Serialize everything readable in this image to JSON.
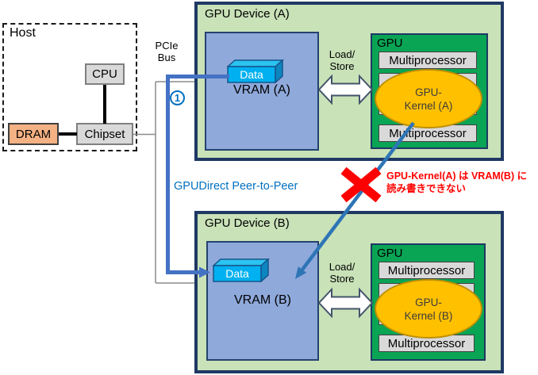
{
  "host": {
    "label": "Host",
    "cpu_label": "CPU",
    "dram_label": "DRAM",
    "chipset_label": "Chipset"
  },
  "bus": {
    "pcie_line1": "PCIe",
    "pcie_line2": "Bus",
    "step_badge": "1",
    "gpudirect_label": "GPUDirect Peer-to-Peer"
  },
  "error_note": {
    "line1": "GPU-Kernel(A) は VRAM(B) に",
    "line2": "読み書きできない"
  },
  "device_a": {
    "title": "GPU Device (A)",
    "vram_label": "VRAM (A)",
    "data_label": "Data",
    "load_store_line1": "Load/",
    "load_store_line2": "Store",
    "gpu_label": "GPU",
    "multiprocessor_top": "Multiprocessor",
    "multiprocessor_bottom": "Multiprocessor",
    "kernel_line1": "GPU-",
    "kernel_line2": "Kernel (A)"
  },
  "device_b": {
    "title": "GPU Device (B)",
    "vram_label": "VRAM (B)",
    "data_label": "Data",
    "load_store_line1": "Load/",
    "load_store_line2": "Store",
    "gpu_label": "GPU",
    "multiprocessor_top": "Multiprocessor",
    "multiprocessor_bottom": "Multiprocessor",
    "kernel_line1": "GPU-",
    "kernel_line2": "Kernel (B)"
  },
  "colors": {
    "device_border": "#1f3864",
    "device_fill": "#c9e2b8",
    "gpu_green": "#0aa455",
    "vram_fill": "#8fa9db",
    "data_cyan": "#00b0f0",
    "kernel_orange": "#ffc000",
    "kernel_border": "#bf9000",
    "dram_fill": "#f4b183",
    "chip_gray": "#d9d9d9",
    "arrow_blue": "#4472c4",
    "text_blue": "#0070c0",
    "error_red": "#ff0000"
  }
}
